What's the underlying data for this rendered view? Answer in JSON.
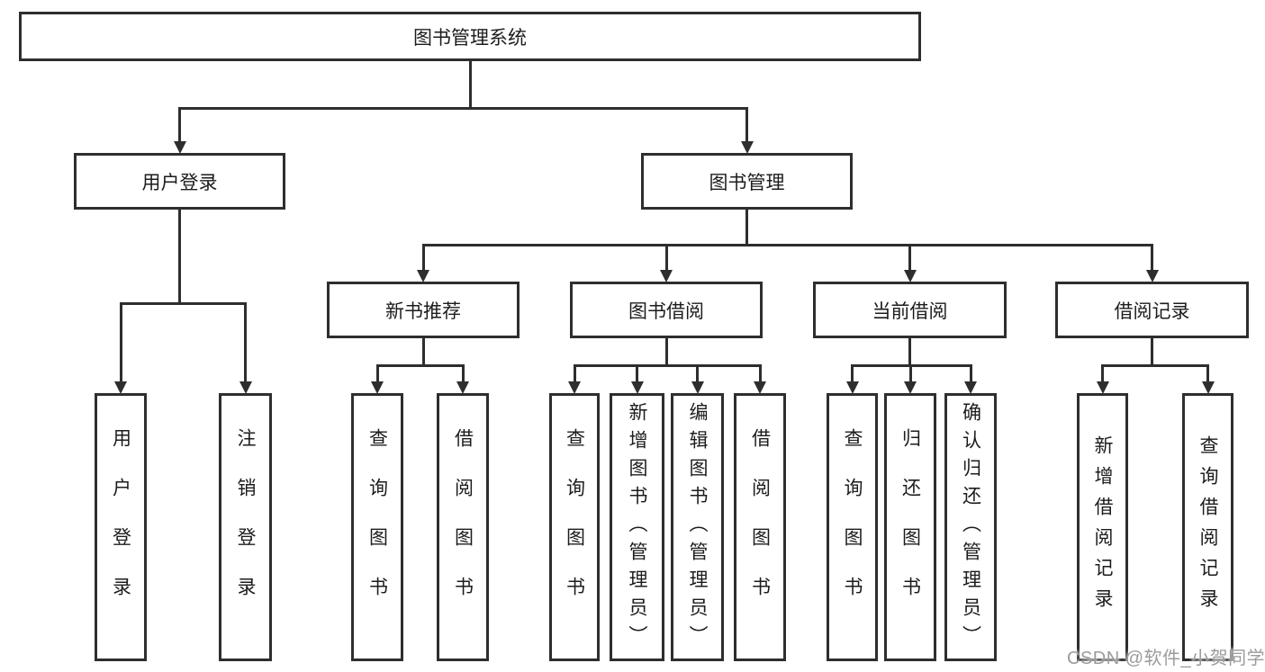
{
  "diagram": {
    "nodes": [
      {
        "id": "root",
        "label": "图书管理系统",
        "orient": "h"
      },
      {
        "id": "user-login",
        "label": "用户登录",
        "orient": "h"
      },
      {
        "id": "book-mgmt",
        "label": "图书管理",
        "orient": "h"
      },
      {
        "id": "new-books",
        "label": "新书推荐",
        "orient": "h"
      },
      {
        "id": "book-borrow",
        "label": "图书借阅",
        "orient": "h"
      },
      {
        "id": "current-borrow",
        "label": "当前借阅",
        "orient": "h"
      },
      {
        "id": "borrow-records",
        "label": "借阅记录",
        "orient": "h"
      },
      {
        "id": "login",
        "label": "用户登录",
        "orient": "v"
      },
      {
        "id": "logout",
        "label": "注销登录",
        "orient": "v"
      },
      {
        "id": "query-books-new",
        "label": "查询图书",
        "orient": "v"
      },
      {
        "id": "borrow-books-new",
        "label": "借阅图书",
        "orient": "v"
      },
      {
        "id": "query-books-borrow",
        "label": "查询图书",
        "orient": "v"
      },
      {
        "id": "add-books-admin",
        "label": "新增图书（管理员）",
        "orient": "v"
      },
      {
        "id": "edit-books-admin",
        "label": "编辑图书（管理员）",
        "orient": "v"
      },
      {
        "id": "borrow-books",
        "label": "借阅图书",
        "orient": "v"
      },
      {
        "id": "query-books-current",
        "label": "查询图书",
        "orient": "v"
      },
      {
        "id": "return-books",
        "label": "归还图书",
        "orient": "v"
      },
      {
        "id": "confirm-return-admin",
        "label": "确认归还（管理员）",
        "orient": "v"
      },
      {
        "id": "add-borrow-record",
        "label": "新增借阅记录",
        "orient": "v"
      },
      {
        "id": "query-borrow-record",
        "label": "查询借阅记录",
        "orient": "v"
      }
    ],
    "edges": [
      {
        "parent": "root",
        "children": [
          "user-login",
          "book-mgmt"
        ]
      },
      {
        "parent": "user-login",
        "children": [
          "login",
          "logout"
        ]
      },
      {
        "parent": "book-mgmt",
        "children": [
          "new-books",
          "book-borrow",
          "current-borrow",
          "borrow-records"
        ]
      },
      {
        "parent": "new-books",
        "children": [
          "query-books-new",
          "borrow-books-new"
        ]
      },
      {
        "parent": "book-borrow",
        "children": [
          "query-books-borrow",
          "add-books-admin",
          "edit-books-admin",
          "borrow-books"
        ]
      },
      {
        "parent": "current-borrow",
        "children": [
          "query-books-current",
          "return-books",
          "confirm-return-admin"
        ]
      },
      {
        "parent": "borrow-records",
        "children": [
          "add-borrow-record",
          "query-borrow-record"
        ]
      }
    ]
  },
  "watermark": {
    "text": "CSDN @软件_小贺同学",
    "color": "#9b9b9b"
  },
  "colors": {
    "line": "#2e2e2e",
    "text": "#1c1c1c",
    "background": "#ffffff"
  }
}
